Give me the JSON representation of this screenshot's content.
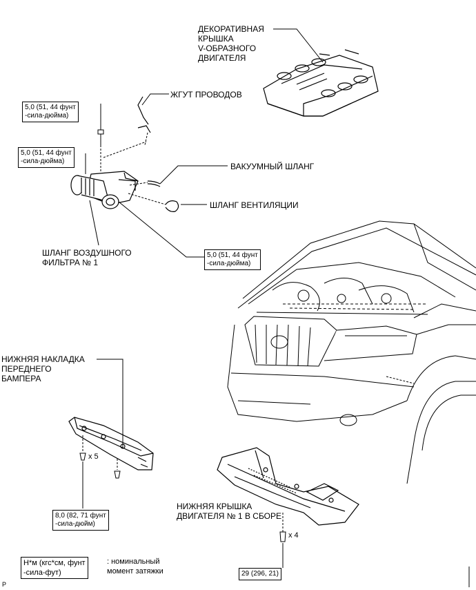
{
  "labels": {
    "engine_cover": "ДЕКОРАТИВНАЯ\nКРЫШКА\nV-ОБРАЗНОГО\nДВИГАТЕЛЯ",
    "wire_harness": "ЖГУТ ПРОВОДОВ",
    "vacuum_hose": "ВАКУУМНЫЙ ШЛАНГ",
    "ventilation_hose": "ШЛАНГ ВЕНТИЛЯЦИИ",
    "air_filter_hose": "ШЛАНГ ВОЗДУШНОГО\nФИЛЬТРА № 1",
    "bumper_cover": "НИЖНЯЯ НАКЛАДКА\nПЕРЕДНЕГО\nБАМПЕРА",
    "engine_under_cover": "НИЖНЯЯ КРЫШКА\nДВИГАТЕЛЯ № 1 В СБОРЕ"
  },
  "torque": {
    "t1": "5,0 (51, 44 фунт\n-сила-дюйма)",
    "t2": "5,0 (51, 44 фунт\n-сила-дюйма)",
    "t3": "5,0 (51, 44 фунт\n-сила-дюйма)",
    "t4": "8,0 (82, 71 фунт\n-сила-дюйм)",
    "t5": "29 (296, 21)"
  },
  "quantities": {
    "bumper_clips": "x 5",
    "under_cover_bolts": "x 4"
  },
  "legend": {
    "unit": "Н*м (кгс*см, фунт\n-сила-фут)",
    "meaning": ": номинальный\nмомент затяжки"
  },
  "corner_mark": "P"
}
